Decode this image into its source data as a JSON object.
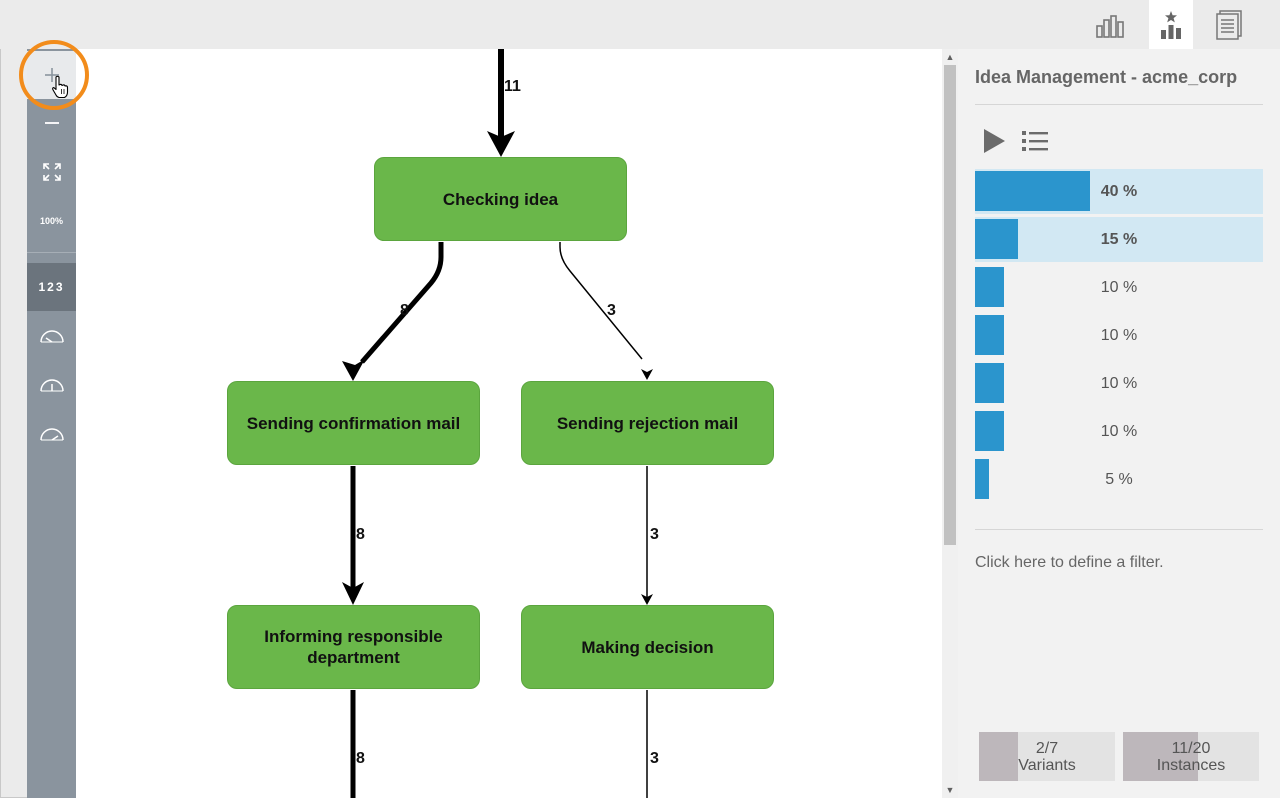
{
  "topbar": {
    "buttons": [
      {
        "name": "statistics-icon",
        "active": false
      },
      {
        "name": "favorites-chart-icon",
        "active": true
      },
      {
        "name": "document-icon",
        "active": false
      }
    ]
  },
  "toolbar": {
    "zoom_percent_label": "100%",
    "numbers_label": "123"
  },
  "diagram": {
    "nodes": [
      {
        "id": "checking",
        "label": "Checking idea"
      },
      {
        "id": "confirm",
        "label": "Sending confirmation mail"
      },
      {
        "id": "reject",
        "label": "Sending rejection mail"
      },
      {
        "id": "inform",
        "label": "Informing responsible department"
      },
      {
        "id": "decide",
        "label": "Making decision"
      }
    ],
    "edges": [
      {
        "to": "checking",
        "label": "11"
      },
      {
        "from": "checking",
        "to": "confirm",
        "label": "8"
      },
      {
        "from": "checking",
        "to": "reject",
        "label": "3"
      },
      {
        "from": "confirm",
        "to": "inform",
        "label": "8"
      },
      {
        "from": "reject",
        "to": "decide",
        "label": "3"
      },
      {
        "from": "inform",
        "label": "8"
      },
      {
        "from": "decide",
        "label": "3"
      }
    ]
  },
  "panel": {
    "title": "Idea Management - acme_corp",
    "variants": [
      {
        "percent": 40,
        "label": "40 %",
        "selected": true
      },
      {
        "percent": 15,
        "label": "15 %",
        "selected": true
      },
      {
        "percent": 10,
        "label": "10 %",
        "selected": false
      },
      {
        "percent": 10,
        "label": "10 %",
        "selected": false
      },
      {
        "percent": 10,
        "label": "10 %",
        "selected": false
      },
      {
        "percent": 10,
        "label": "10 %",
        "selected": false
      },
      {
        "percent": 5,
        "label": "5 %",
        "selected": false
      }
    ],
    "filter_text": "Click here to define a filter.",
    "variants_counter": {
      "value": "2/7",
      "label": "Variants",
      "shown": 2,
      "total": 7
    },
    "instances_counter": {
      "value": "11/20",
      "label": "Instances",
      "shown": 11,
      "total": 20
    }
  },
  "colors": {
    "node_fill": "#6ab74a",
    "bar_blue": "#2b95cd",
    "selected_row": "#d2e8f3",
    "highlight_ring": "#f28c1b",
    "toolbar_gray": "#8a949e"
  }
}
